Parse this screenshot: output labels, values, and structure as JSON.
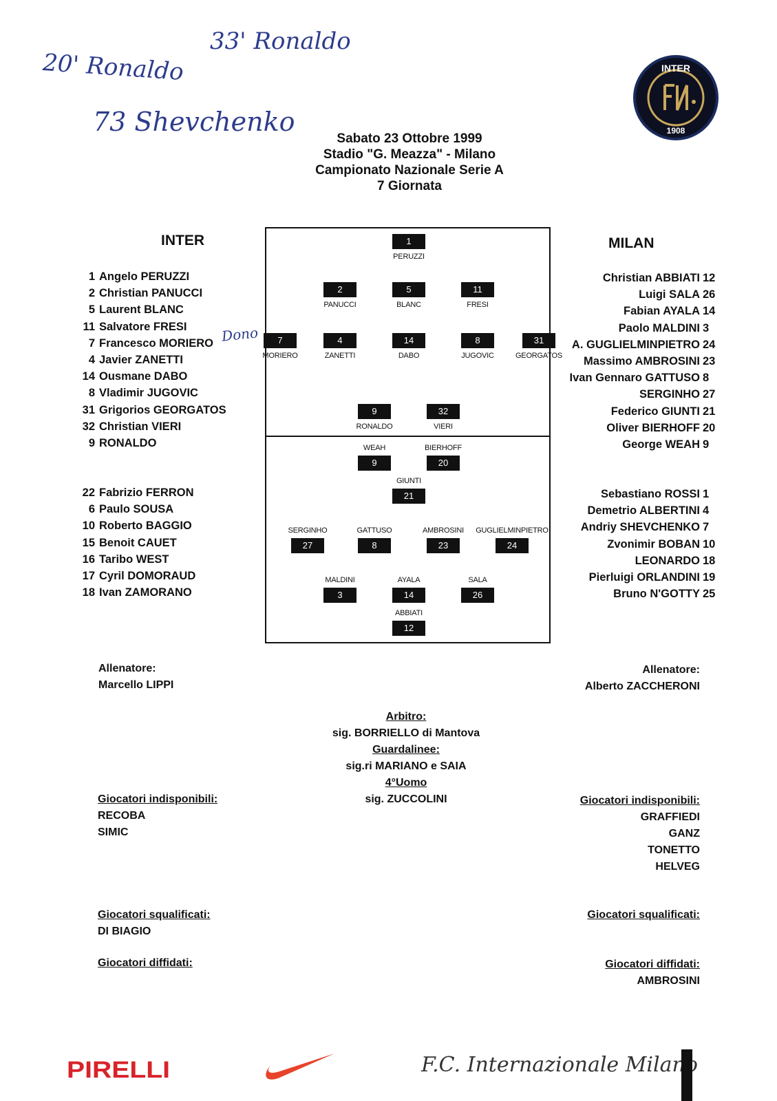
{
  "handwriting": {
    "note1": "33' Ronaldo",
    "note2": "20' Ronaldo",
    "note3": "73 Shevchenko",
    "note4": "Dono"
  },
  "header": {
    "line1": "Sabato 23 Ottobre 1999",
    "line2": "Stadio \"G. Meazza\" - Milano",
    "line3": "Campionato Nazionale Serie A",
    "line4": "7 Giornata"
  },
  "logo": {
    "top_text": "INTER",
    "bottom_text": "1908"
  },
  "teams": {
    "home": "INTER",
    "away": "MILAN"
  },
  "inter_starters": [
    {
      "num": "1",
      "name": "Angelo PERUZZI"
    },
    {
      "num": "2",
      "name": "Christian PANUCCI"
    },
    {
      "num": "5",
      "name": "Laurent BLANC"
    },
    {
      "num": "11",
      "name": "Salvatore FRESI"
    },
    {
      "num": "7",
      "name": "Francesco MORIERO"
    },
    {
      "num": "4",
      "name": "Javier ZANETTI"
    },
    {
      "num": "14",
      "name": "Ousmane DABO"
    },
    {
      "num": "8",
      "name": "Vladimir JUGOVIC"
    },
    {
      "num": "31",
      "name": "Grigorios GEORGATOS"
    },
    {
      "num": "32",
      "name": "Christian VIERI"
    },
    {
      "num": "9",
      "name": "RONALDO"
    }
  ],
  "inter_subs": [
    {
      "num": "22",
      "name": "Fabrizio FERRON"
    },
    {
      "num": "6",
      "name": "Paulo SOUSA"
    },
    {
      "num": "10",
      "name": "Roberto BAGGIO"
    },
    {
      "num": "15",
      "name": "Benoit CAUET"
    },
    {
      "num": "16",
      "name": "Taribo WEST"
    },
    {
      "num": "17",
      "name": "Cyril DOMORAUD"
    },
    {
      "num": "18",
      "name": "Ivan ZAMORANO"
    }
  ],
  "milan_starters": [
    {
      "num": "12",
      "name": "Christian ABBIATI"
    },
    {
      "num": "26",
      "name": "Luigi SALA"
    },
    {
      "num": "14",
      "name": "Fabian AYALA"
    },
    {
      "num": "3",
      "name": "Paolo MALDINI"
    },
    {
      "num": "24",
      "name": "A. GUGLIELMINPIETRO"
    },
    {
      "num": "23",
      "name": "Massimo AMBROSINI"
    },
    {
      "num": "8",
      "name": "Ivan Gennaro GATTUSO"
    },
    {
      "num": "27",
      "name": "SERGINHO"
    },
    {
      "num": "21",
      "name": "Federico GIUNTI"
    },
    {
      "num": "20",
      "name": "Oliver BIERHOFF"
    },
    {
      "num": "9",
      "name": "George WEAH"
    }
  ],
  "milan_subs": [
    {
      "num": "1",
      "name": "Sebastiano ROSSI"
    },
    {
      "num": "4",
      "name": "Demetrio ALBERTINI"
    },
    {
      "num": "7",
      "name": "Andriy SHEVCHENKO"
    },
    {
      "num": "10",
      "name": "Zvonimir BOBAN"
    },
    {
      "num": "18",
      "name": "LEONARDO"
    },
    {
      "num": "19",
      "name": "Pierluigi ORLANDINI"
    },
    {
      "num": "25",
      "name": "Bruno N'GOTTY"
    }
  ],
  "pitch_inter": [
    {
      "num": "1",
      "name": "PERUZZI"
    },
    {
      "num": "2",
      "name": "PANUCCI"
    },
    {
      "num": "5",
      "name": "BLANC"
    },
    {
      "num": "11",
      "name": "FRESI"
    },
    {
      "num": "7",
      "name": "MORIERO"
    },
    {
      "num": "4",
      "name": "ZANETTI"
    },
    {
      "num": "14",
      "name": "DABO"
    },
    {
      "num": "8",
      "name": "JUGOVIC"
    },
    {
      "num": "31",
      "name": "GEORGATOS"
    },
    {
      "num": "9",
      "name": "RONALDO"
    },
    {
      "num": "32",
      "name": "VIERI"
    }
  ],
  "pitch_milan": [
    {
      "num": "9",
      "name": "WEAH"
    },
    {
      "num": "20",
      "name": "BIERHOFF"
    },
    {
      "num": "21",
      "name": "GIUNTI"
    },
    {
      "num": "27",
      "name": "SERGINHO"
    },
    {
      "num": "8",
      "name": "GATTUSO"
    },
    {
      "num": "23",
      "name": "AMBROSINI"
    },
    {
      "num": "24",
      "name": "GUGLIELMINPIETRO"
    },
    {
      "num": "3",
      "name": "MALDINI"
    },
    {
      "num": "14",
      "name": "AYALA"
    },
    {
      "num": "26",
      "name": "SALA"
    },
    {
      "num": "12",
      "name": "ABBIATI"
    }
  ],
  "coaches": {
    "label": "Allenatore:",
    "inter": "Marcello LIPPI",
    "milan": "Alberto ZACCHERONI"
  },
  "officials": {
    "referee_label": "Arbitro:",
    "referee": "sig. BORRIELLO di Mantova",
    "linesmen_label": "Guardalinee:",
    "linesmen": "sig.ri MARIANO e SAIA",
    "fourth_label": "4°Uomo",
    "fourth": "sig. ZUCCOLINI"
  },
  "unavailable": {
    "label": "Giocatori indisponibili:",
    "inter": [
      "RECOBA",
      "SIMIC"
    ],
    "milan": [
      "GRAFFIEDI",
      "GANZ",
      "TONETTO",
      "HELVEG"
    ]
  },
  "suspended": {
    "label": "Giocatori squalificati:",
    "inter": [
      "DI BIAGIO"
    ],
    "milan": []
  },
  "warned": {
    "label": "Giocatori diffidati:",
    "inter": [],
    "milan": [
      "AMBROSINI"
    ]
  },
  "footer": {
    "sponsor1": "PIRELLI",
    "club": "F.C. Internazionale Milano"
  }
}
